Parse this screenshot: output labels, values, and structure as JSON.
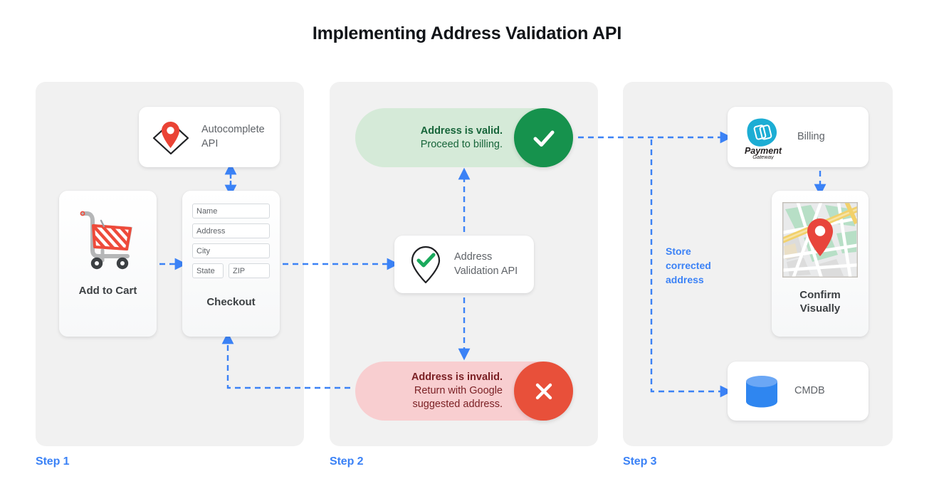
{
  "title": "Implementing Address Validation API",
  "colors": {
    "accent_blue": "#3b82f6",
    "panel_bg": "#f1f1f1",
    "valid_pill_bg": "#d5ead8",
    "valid_circle": "#16924d",
    "valid_text": "#17653a",
    "invalid_pill_bg": "#f8ced0",
    "invalid_circle": "#e8503a",
    "invalid_text": "#7a1f23",
    "card_bg": "#ffffff",
    "title_text": "#111418",
    "label_text": "#5f6368"
  },
  "steps": [
    {
      "label": "Step 1"
    },
    {
      "label": "Step 2"
    },
    {
      "label": "Step 3"
    }
  ],
  "step1": {
    "autocomplete_card": {
      "label": "Autocomplete\nAPI",
      "label_line1": "Autocomplete",
      "label_line2": "API",
      "icon": "map-pin-diamond-icon"
    },
    "cart_card": {
      "caption": "Add to Cart",
      "icon": "shopping-cart-icon"
    },
    "checkout_card": {
      "caption": "Checkout",
      "fields": [
        {
          "name": "Name"
        },
        {
          "name": "Address"
        },
        {
          "name": "City"
        },
        {
          "name": "State"
        },
        {
          "name": "ZIP"
        }
      ]
    }
  },
  "step2": {
    "valid_pill": {
      "line1": "Address is valid.",
      "line2": "Proceed to billing.",
      "icon": "check-icon"
    },
    "invalid_pill": {
      "line1": "Address is invalid.",
      "line2": "Return with Google",
      "line3": "suggested address.",
      "icon": "close-x-icon"
    },
    "validation_card": {
      "label_line1": "Address",
      "label_line2": "Validation API",
      "icon": "pin-check-icon"
    }
  },
  "step3": {
    "billing_card": {
      "label": "Billing",
      "logo_name": "Payment",
      "logo_sub": "Gateway",
      "icon": "payment-gateway-logo-icon"
    },
    "confirm_card": {
      "caption_line1": "Confirm",
      "caption_line2": "Visually",
      "icon": "map-thumbnail-icon"
    },
    "cmdb_card": {
      "label": "CMDB",
      "icon": "database-cylinder-icon"
    },
    "store_label": {
      "line1": "Store",
      "line2": "corrected",
      "line3": "address"
    }
  }
}
